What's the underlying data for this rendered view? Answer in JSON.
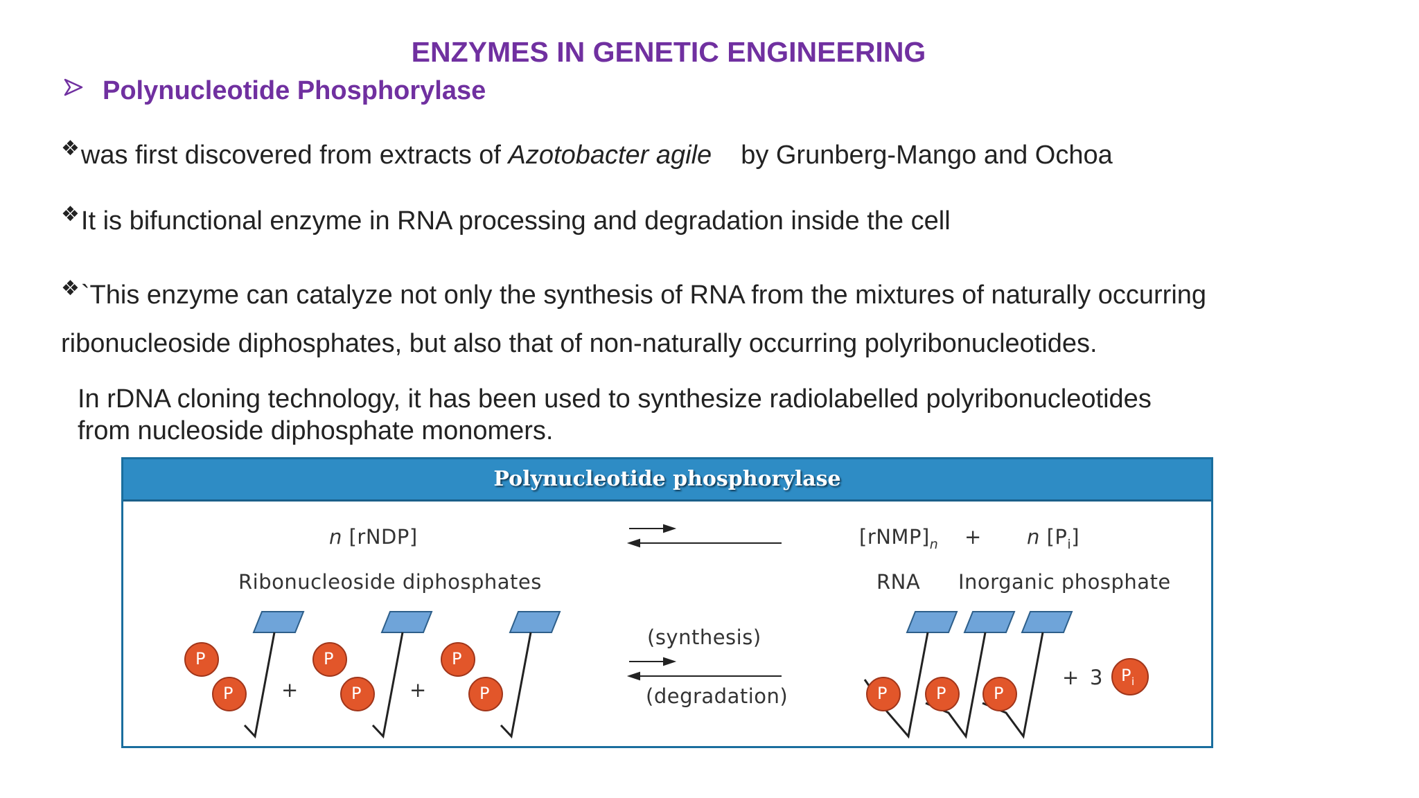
{
  "slide": {
    "title": "ENZYMES IN GENETIC ENGINEERING",
    "subheading": "Polynucleotide Phosphorylase",
    "bullets": [
      {
        "text_before": "was first discovered from extracts of ",
        "italic": "Azotobacter agile",
        "text_after": "by Grunberg-Mango and Ochoa"
      },
      {
        "text": "It is bifunctional enzyme in RNA processing and degradation inside the cell"
      },
      {
        "text": "`This enzyme can catalyze not only the synthesis of RNA from the mixtures of naturally  occurring",
        "continuation": "ribonucleoside diphosphates, but also that of non-naturally occurring polyribonucleotides."
      }
    ],
    "paragraph": [
      "In rDNA cloning technology, it has been used to synthesize radiolabelled polyribonucleotides",
      "from nucleoside diphosphate monomers."
    ]
  },
  "figure": {
    "header": "Polynucleotide phosphorylase",
    "reactant": {
      "coefficient": "n",
      "formula": "[rNDP]",
      "label": "Ribonucleoside diphosphates"
    },
    "product_rna": {
      "formula": "[rNMP]",
      "subscript": "n",
      "label": "RNA"
    },
    "plus": "+",
    "product_pi": {
      "coefficient": "n",
      "formula_open": "[P",
      "subscript": "i",
      "formula_close": "]",
      "label": "Inorganic phosphate"
    },
    "synthesis_label": "(synthesis)",
    "degradation_label": "(degradation)",
    "phosphate_letter": "P",
    "pi_letter": "P",
    "pi_subscript": "i",
    "pi_count": "3",
    "colors": {
      "phosphate": "#e2562a",
      "sugar": "#6fa4d9",
      "header": "#2e8cc5",
      "title": "#7030a0"
    }
  }
}
